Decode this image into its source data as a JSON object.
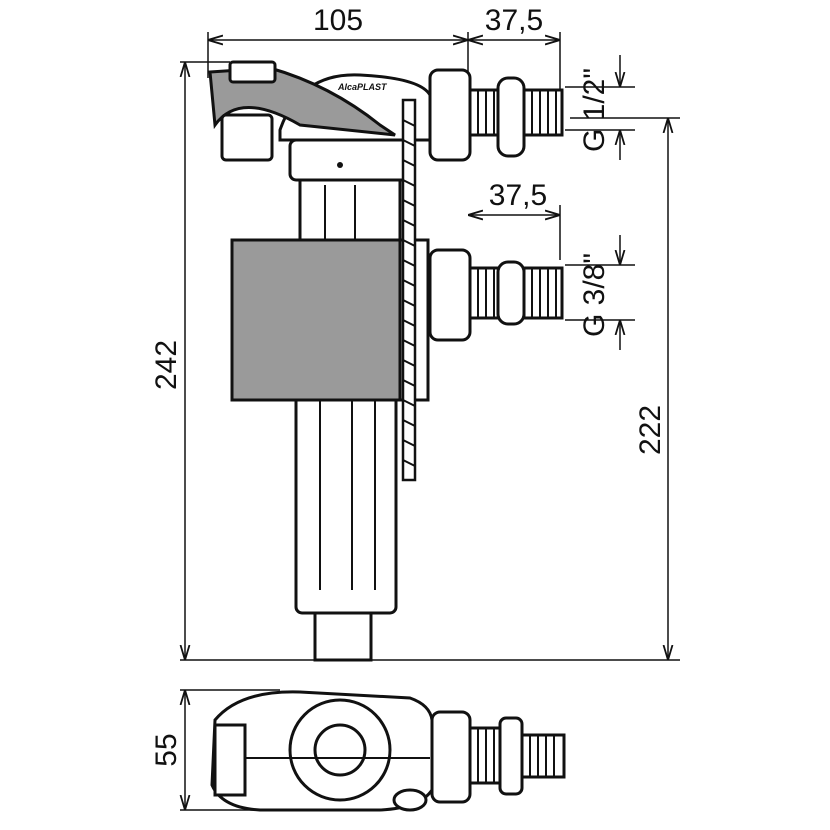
{
  "title": "Side inlet fill valve technical drawing",
  "dimensions": {
    "width_top": "105",
    "inlet_offset_top": "37,5",
    "inlet_offset_bottom": "37,5",
    "height_total": "242",
    "height_inlet": "222",
    "depth": "55",
    "thread_top": "G 1/2\"",
    "thread_bottom": "G 3/8\""
  },
  "logo": "AlcaPLAST",
  "colors": {
    "line": "#111111",
    "body_fill": "#9a9a9a",
    "background": "#ffffff"
  }
}
